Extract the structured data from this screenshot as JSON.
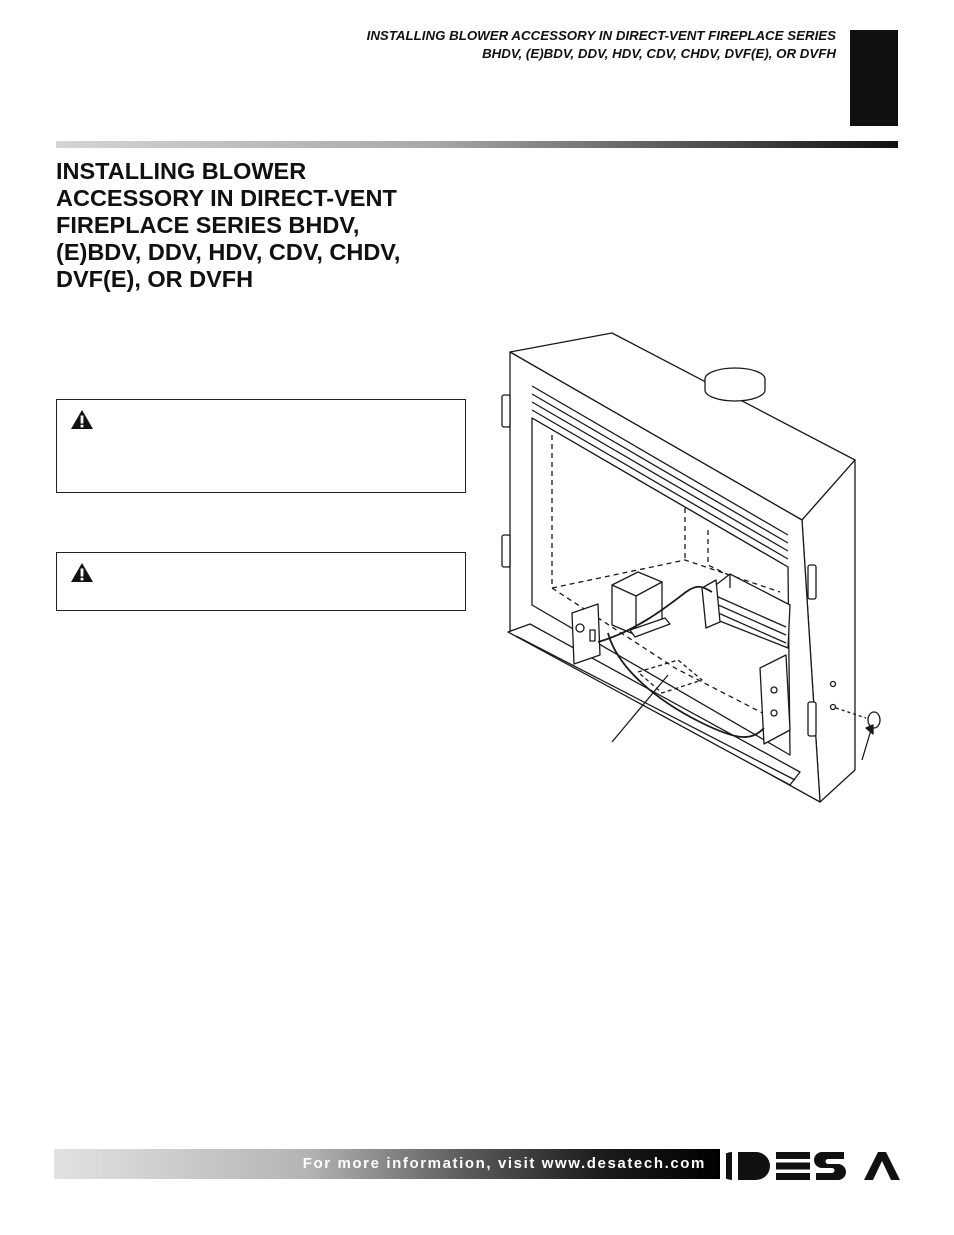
{
  "header": {
    "line1": "INSTALLING BLOWER ACCESSORY IN DIRECT-VENT FIREPLACE SERIES",
    "line2": "BHDV, (E)BDV, DDV, HDV, CDV, CHDV, DVF(E), OR DVFH"
  },
  "title": {
    "lines": [
      "INSTALLING BLOWER",
      "ACCESSORY IN DIRECT-VENT",
      "FIREPLACE SERIES BHDV,",
      "(E)BDV, DDV, HDV, CDV, CHDV,",
      "DVF(E), OR DVFH"
    ]
  },
  "warnings": [
    {
      "icon": "warning-triangle-icon"
    },
    {
      "icon": "warning-triangle-icon"
    }
  ],
  "figure": {
    "icon": "fireplace-blower-diagram"
  },
  "footer": {
    "text": "For more information, visit www.desatech.com",
    "logo_text": "DESA"
  },
  "colors": {
    "ink": "#111111",
    "paper": "#ffffff"
  }
}
